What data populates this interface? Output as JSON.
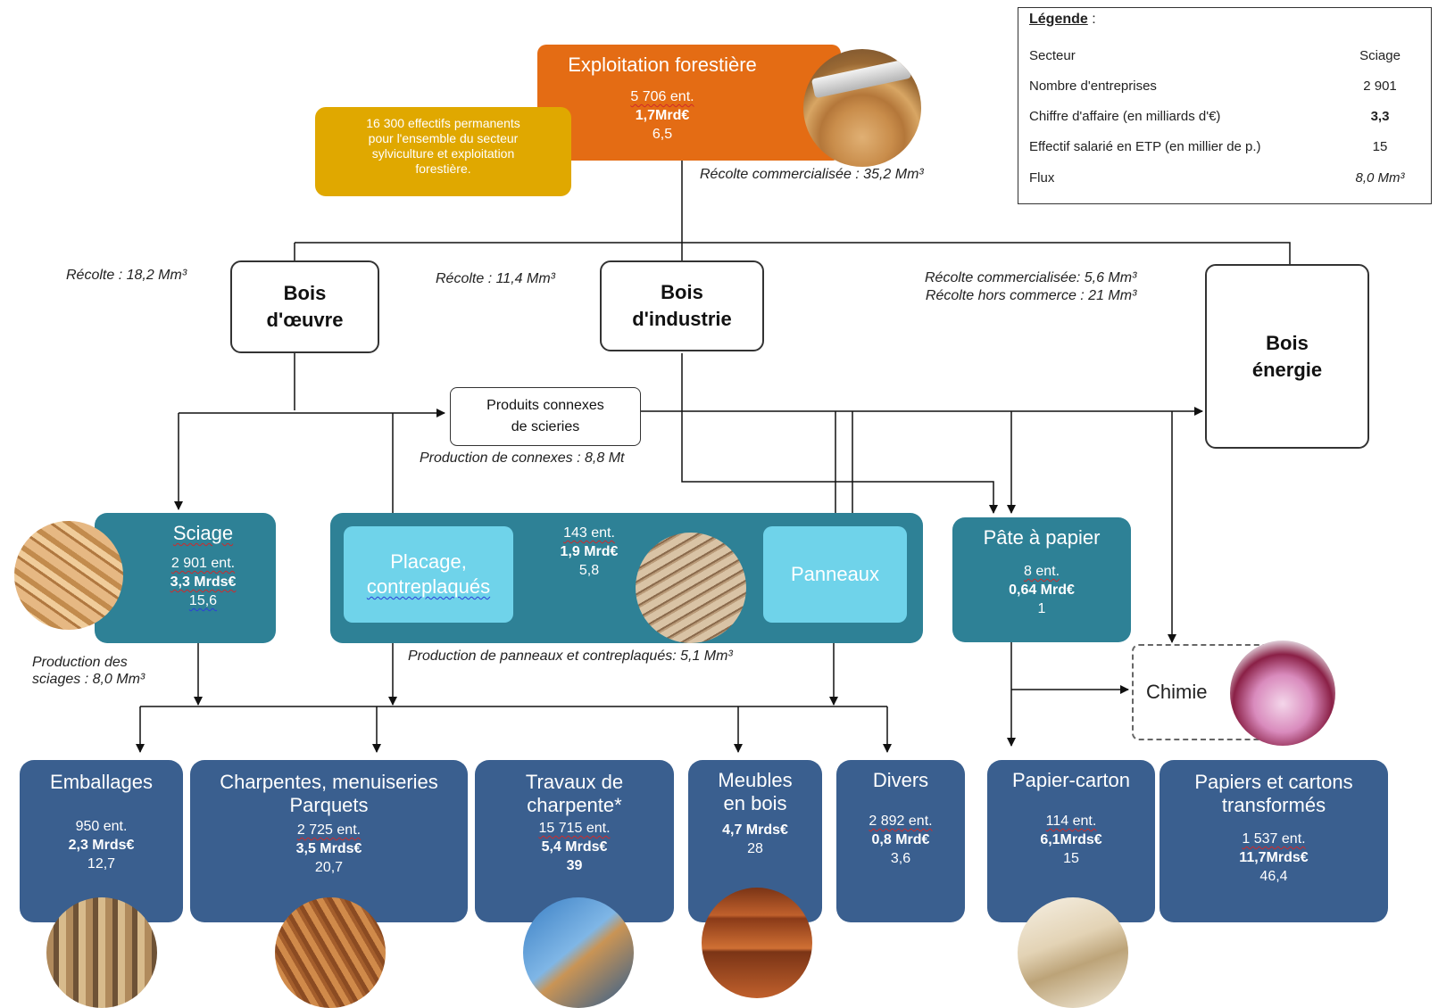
{
  "legend": {
    "title": "Légende",
    "colon": " :",
    "rows": [
      {
        "label": "Secteur",
        "value": "Sciage"
      },
      {
        "label": "Nombre d'entreprises",
        "value": "2 901"
      },
      {
        "label": "Chiffre d'affaire (en milliards d'€)",
        "value": "3,3"
      },
      {
        "label": "Effectif salarié en ETP (en millier de p.)",
        "value": "15"
      },
      {
        "label": "Flux",
        "value": "8,0 Mm³"
      }
    ]
  },
  "exploitation": {
    "title": "Exploitation forestière",
    "companies": "5 706 ent.",
    "revenue": "1,7Mrd€",
    "employees": "6,5",
    "harvest": "Récolte commercialisée : 35,2 Mm³"
  },
  "note": {
    "text_lines": [
      "16 300 effectifs permanents",
      "pour l'ensemble du secteur",
      "sylviculture et exploitation",
      "forestière."
    ]
  },
  "bois_oeuvre": {
    "title_lines": [
      "Bois",
      "d'œuvre"
    ],
    "harvest": "Récolte : 18,2 Mm³"
  },
  "bois_industrie": {
    "title_lines": [
      "Bois",
      "d'industrie"
    ],
    "harvest": "Récolte : 11,4 Mm³"
  },
  "bois_energie": {
    "title_lines": [
      "Bois",
      "énergie"
    ],
    "harvest_lines": [
      "Récolte commercialisée: 5,6 Mm³",
      "Récolte hors commerce : 21 Mm³"
    ]
  },
  "connexes": {
    "title_lines": [
      "Produits connexes",
      "de scieries"
    ],
    "production": "Production de connexes : 8,8 Mt"
  },
  "sciage": {
    "title": "Sciage",
    "companies": "2 901 ent.",
    "revenue": "3,3 Mrds€",
    "employees": "15,6",
    "production_lines": [
      "Production des",
      "sciages : 8,0  Mm³"
    ]
  },
  "panneaux_group": {
    "placage_lines": [
      "Placage,",
      "contreplaqués"
    ],
    "panneaux": "Panneaux",
    "companies": "143 ent.",
    "revenue": "1,9 Mrd€",
    "employees": "5,8",
    "production": "Production de panneaux et contreplaqués: 5,1 Mm³"
  },
  "pate": {
    "title": "Pâte à papier",
    "companies": "8 ent.",
    "revenue": "0,64 Mrd€",
    "employees": "1"
  },
  "chimie": {
    "title": "Chimie"
  },
  "bottom": [
    {
      "title_lines": [
        "Emballages"
      ],
      "companies": "950 ent.",
      "revenue": "2,3 Mrds€",
      "employees": "12,7"
    },
    {
      "title_lines": [
        "Charpentes, menuiseries",
        "Parquets"
      ],
      "companies": "2 725 ent.",
      "revenue": "3,5 Mrds€",
      "employees": "20,7"
    },
    {
      "title_lines": [
        "Travaux de",
        "charpente*"
      ],
      "companies": "15 715 ent.",
      "revenue": "5,4 Mrds€",
      "employees": "39"
    },
    {
      "title_lines": [
        "Meubles",
        "en bois"
      ],
      "companies": "",
      "revenue": "4,7 Mrds€",
      "employees": "28"
    },
    {
      "title_lines": [
        "Divers"
      ],
      "companies": "2 892 ent.",
      "revenue": "0,8 Mrd€",
      "employees": "3,6"
    },
    {
      "title_lines": [
        "Papier-carton"
      ],
      "companies": "114 ent.",
      "revenue": "6,1Mrds€",
      "employees": "15"
    },
    {
      "title_lines": [
        "Papiers et cartons",
        "transformés"
      ],
      "companies": "1 537 ent.",
      "revenue": "11,7Mrds€",
      "employees": "46,4"
    }
  ],
  "colors": {
    "exploitation": "#e46c14",
    "note": "#e0a800",
    "teal": "#2e8196",
    "light_teal": "#6fd3ea",
    "navy": "#3a5f8f"
  }
}
